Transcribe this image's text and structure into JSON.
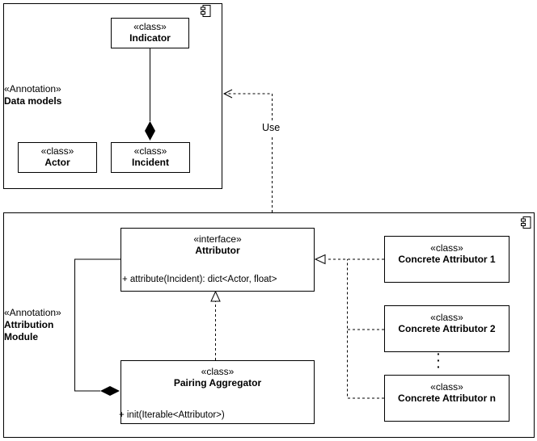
{
  "data_models": {
    "annotation_stereo": "«Annotation»",
    "annotation_name": "Data models",
    "indicator": {
      "stereo": "«class»",
      "name": "Indicator"
    },
    "actor": {
      "stereo": "«class»",
      "name": "Actor"
    },
    "incident": {
      "stereo": "«class»",
      "name": "Incident"
    }
  },
  "use_label": "Use",
  "attribution_module": {
    "annotation_stereo": "«Annotation»",
    "annotation_name_line1": "Attribution",
    "annotation_name_line2": "Module",
    "attributor": {
      "stereo": "«interface»",
      "name": "Attributor",
      "operation": "+ attribute(Incident): dict<Actor, float>"
    },
    "pairing": {
      "stereo": "«class»",
      "name": "Pairing Aggregator",
      "operation": "+ init(Iterable<Attributor>)"
    },
    "concrete1": {
      "stereo": "«class»",
      "name": "Concrete Attributor 1"
    },
    "concrete2": {
      "stereo": "«class»",
      "name": "Concrete Attributor 2"
    },
    "concreten": {
      "stereo": "«class»",
      "name": "Concrete Attributor n"
    },
    "ellipsis": "·\n·\n·"
  }
}
